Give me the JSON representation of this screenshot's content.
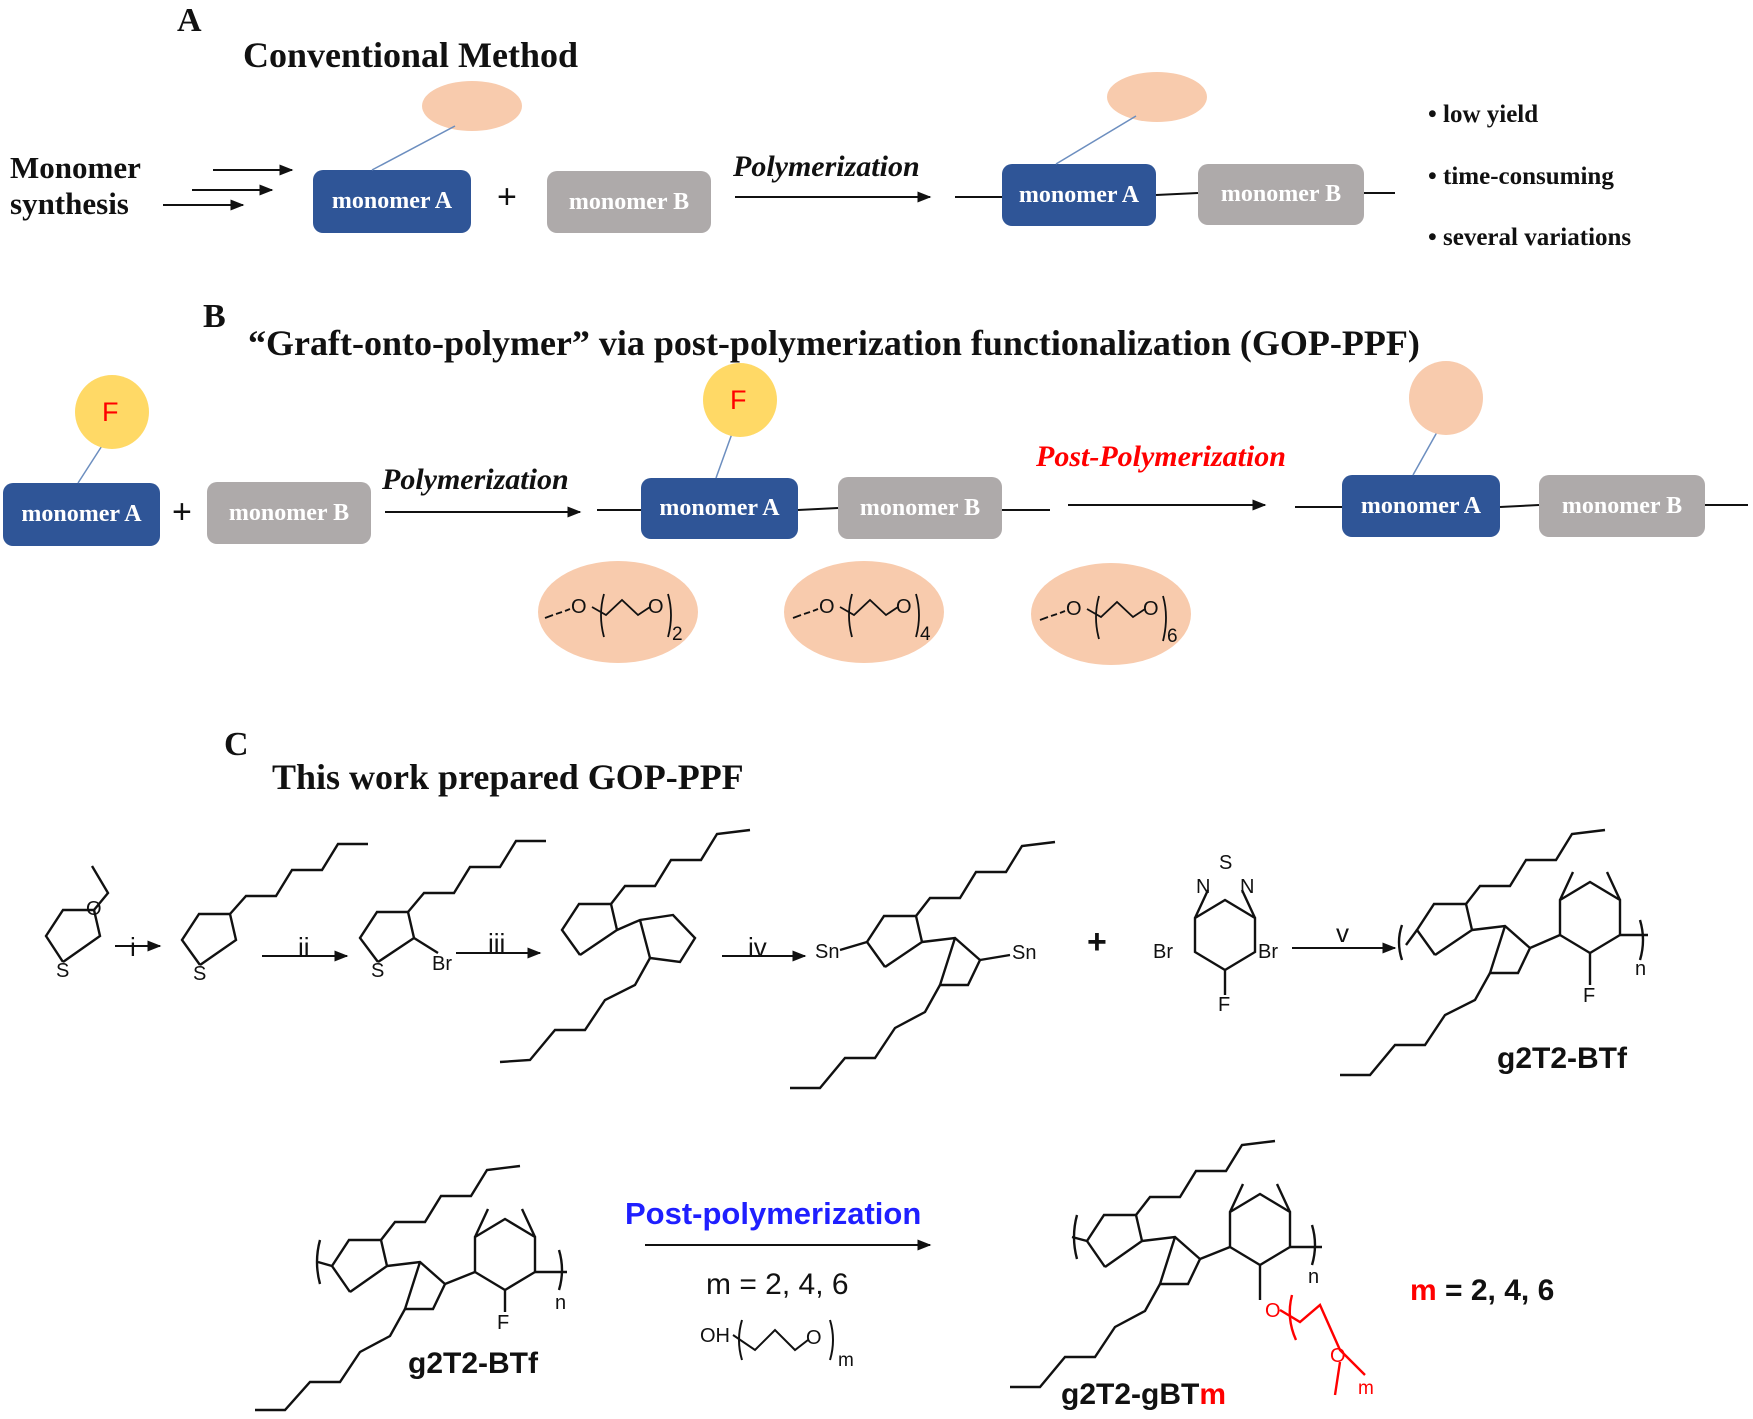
{
  "panel_a": {
    "letter": "A",
    "title": "Conventional Method",
    "monomer_synthesis_line1": "Monomer",
    "monomer_synthesis_line2": "synthesis",
    "monomer_a": "monomer A",
    "monomer_b": "monomer B",
    "plus": "+",
    "polymerization": "Polymerization",
    "bullets": [
      "• low yield",
      "• time-consuming",
      "• several variations"
    ]
  },
  "panel_b": {
    "letter": "B",
    "title": "“Graft-onto-polymer” via post-polymerization functionalization (GOP-PPF)",
    "f_label": "F",
    "monomer_a": "monomer A",
    "monomer_b": "monomer B",
    "plus": "+",
    "polymerization": "Polymerization",
    "post_polymerization": "Post-Polymerization",
    "pendant_repeats": [
      "2",
      "4",
      "6"
    ],
    "o_label": "O"
  },
  "panel_c": {
    "letter": "C",
    "title": "This work prepared GOP-PPF",
    "steps": [
      "i",
      "ii",
      "iii",
      "iv",
      "v"
    ],
    "plus": "+",
    "atoms": {
      "S": "S",
      "O": "O",
      "Br": "Br",
      "Sn": "Sn",
      "N": "N",
      "F": "F",
      "OH": "OH"
    },
    "n": "n",
    "m_sub": "m",
    "product1": "g2T2-BTf",
    "post_polymerization": "Post-polymerization",
    "m_values": "m = 2, 4, 6",
    "m_red": "m",
    "m_rest": " = 2, 4, 6",
    "product2_prefix": "g2T2-gBT",
    "product2_suffix": "m"
  },
  "colors": {
    "monomer_a": "#2f5597",
    "monomer_b": "#aeaaaa",
    "pendant": "#f8cbad",
    "f_circle": "#ffd966",
    "red": "#ff0000",
    "blue": "#1f1fff"
  }
}
